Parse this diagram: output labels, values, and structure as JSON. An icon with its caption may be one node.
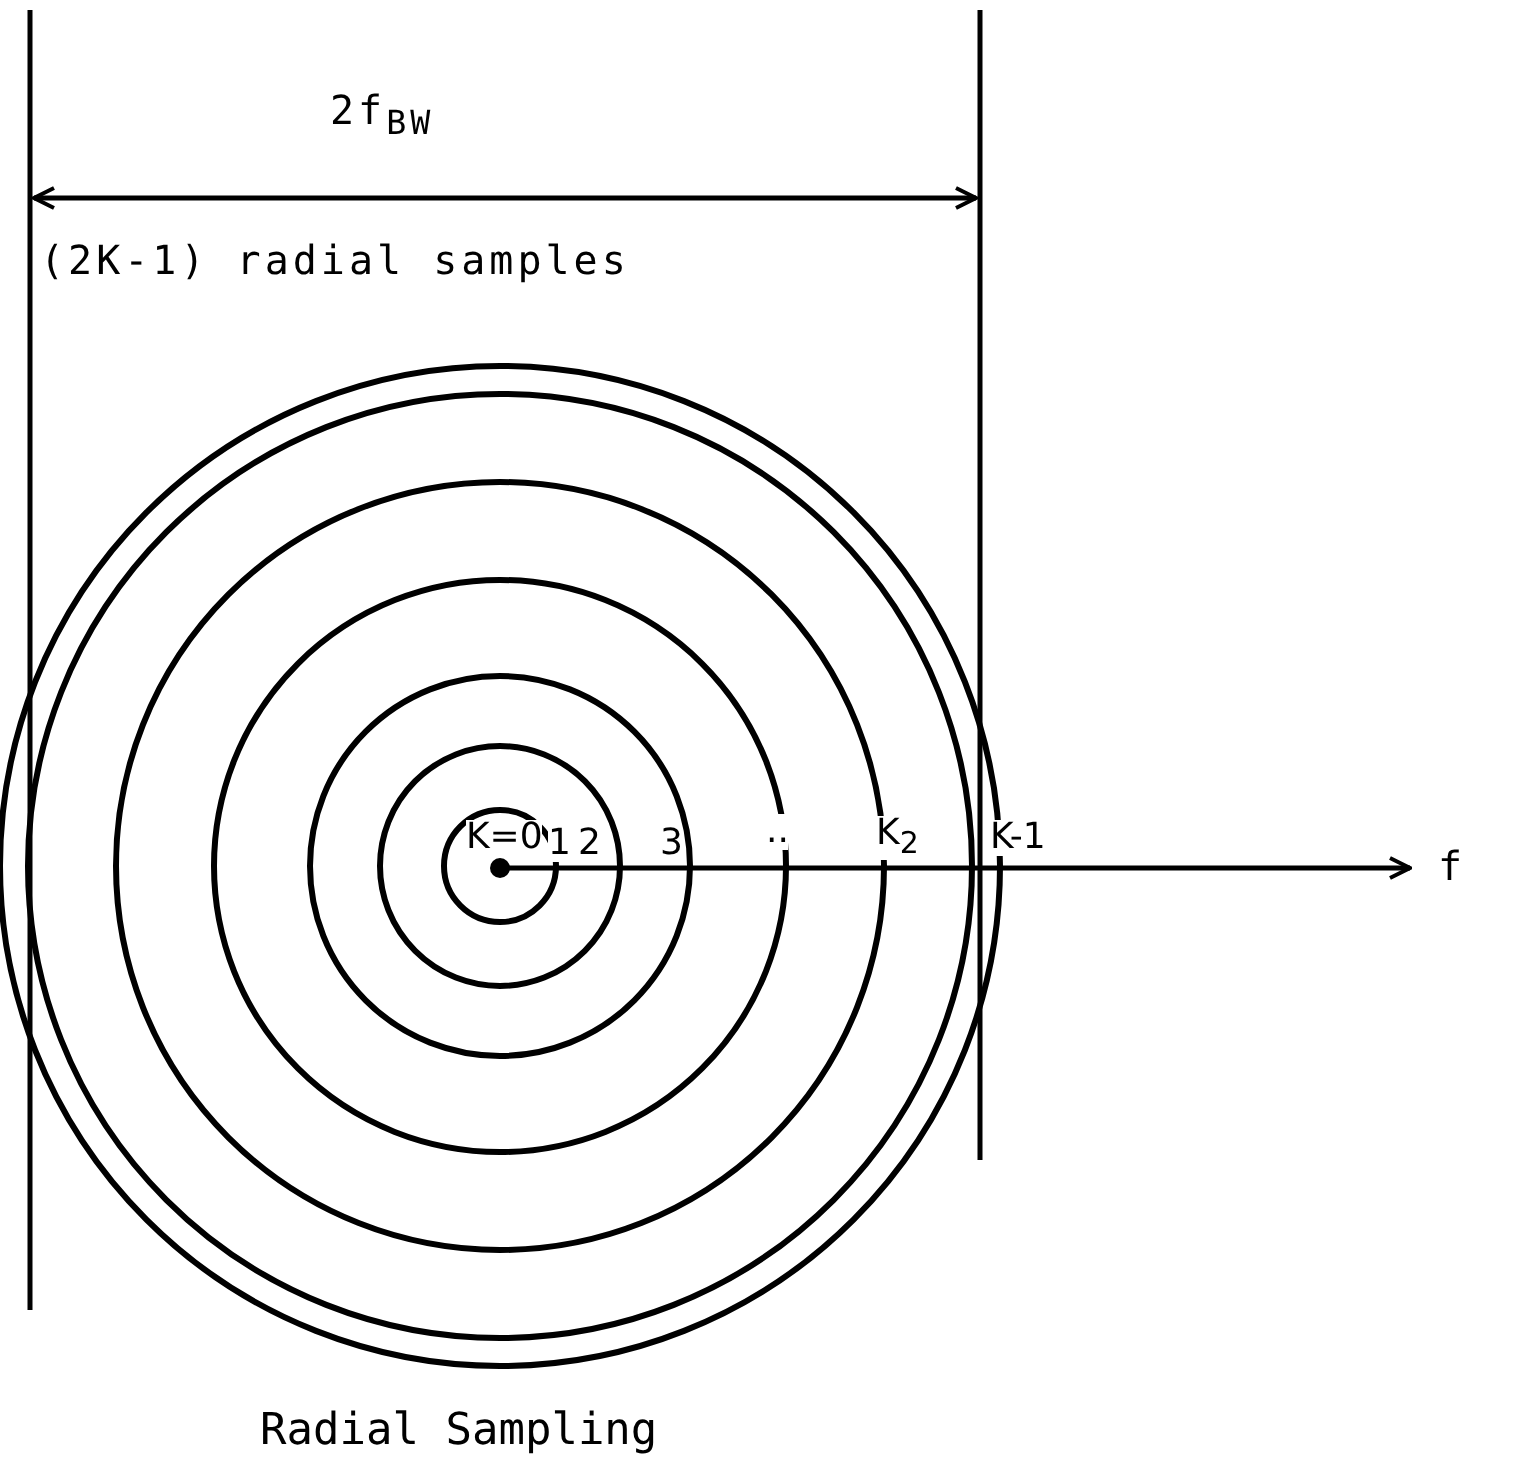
{
  "diagram": {
    "caption": "Radial Sampling",
    "labels": [
      "2f$_{BW}$",
      "(2K-1) radial samples",
      "K=0",
      "1",
      "2",
      "3",
      "..",
      "K$_{2}$",
      "K-1",
      "f"
    ]
  }
}
